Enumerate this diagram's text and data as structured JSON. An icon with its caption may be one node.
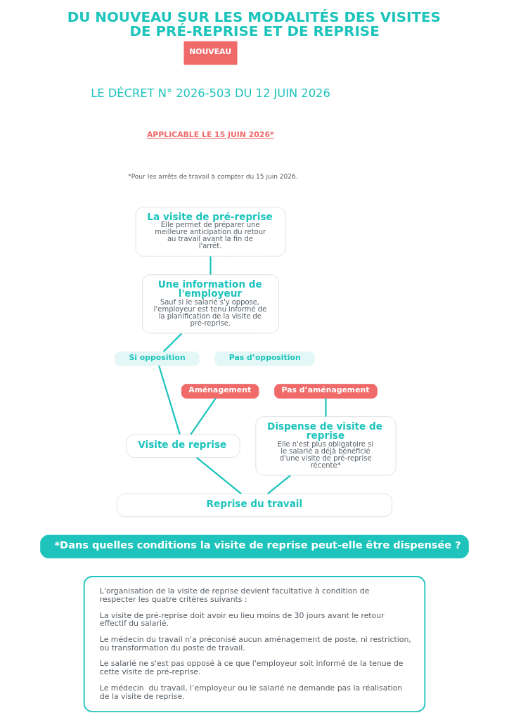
{
  "diagram": {
    "title": "DU NOUVEAU SUR LES MODALITÉS DES VISITES DE PRÉ-REPRISE ET DE REPRISE",
    "nodes": [
      {
        "text": [
          "La visite de pré-reprise",
          "Elle permet de préparer une meilleure anticipation du retour au travail avant la fin de l'arrêt."
        ]
      },
      {
        "text": [
          "Une information de l'employeur",
          "Sauf si le salarié s'y oppose, l'employeur est tenu informé de la planification de la visite de pré-reprise."
        ]
      },
      {
        "text": [
          "Si opposition"
        ]
      },
      {
        "text": [
          "Pas d’opposition"
        ]
      },
      {
        "text": [
          "Aménagement"
        ]
      },
      {
        "text": [
          "Pas d’aménagement"
        ]
      },
      {
        "text": [
          "Dispense de visite de reprise",
          "Elle n'est plus obligatoire si le salarié a déjà bénéficié d'une visite de pré-reprise récente*"
        ]
      },
      {
        "text": [
          "Visite de reprise"
        ]
      },
      {
        "text": [
          "Reprise du travail"
        ]
      },
      {
        "text": [
          "*Dans quelles conditions la visite de reprise peut-elle être dispensée ?"
        ]
      },
      {
        "text": [
          "L'organisation de la visite de reprise devient facultative à condition de respecter les quatre critères suivants :",
          "La visite de pré-reprise doit avoir eu lieu moins de 30 jours avant le retour effectif du salarié.",
          "Le médecin du travail n'a préconisé aucun aménagement de poste, ni restriction, ou transformation du poste de travail.",
          "Le salarié ne s'est pas opposé à ce que l'employeur soit informé de la tenue de cette visite de pré-reprise.",
          "Le médecin  du travail, l’employeur ou le salarié ne demande pas la réalisation de la visite de reprise."
        ]
      }
    ],
    "edges": [
      {
        "from": 0,
        "to": 1,
        "arrow": "none"
      },
      {
        "from": 1,
        "to": 2,
        "arrow": "none"
      },
      {
        "from": 2,
        "to": 7,
        "arrow": "none"
      },
      {
        "from": 4,
        "to": 7,
        "arrow": "none"
      },
      {
        "from": 5,
        "to": 6,
        "arrow": "none"
      },
      {
        "from": 7,
        "to": 8,
        "arrow": "none"
      },
      {
        "from": 6,
        "to": 8,
        "arrow": "none"
      }
    ],
    "labels": [
      "NOUVEAU",
      "LE DÉCRET N° 2026-503 DU 12 JUIN 2026",
      "APPLICABLE LE 15 JUIN 2026*",
      "*Pour les arrêts de travail à compter du 15 juin 2026."
    ]
  }
}
